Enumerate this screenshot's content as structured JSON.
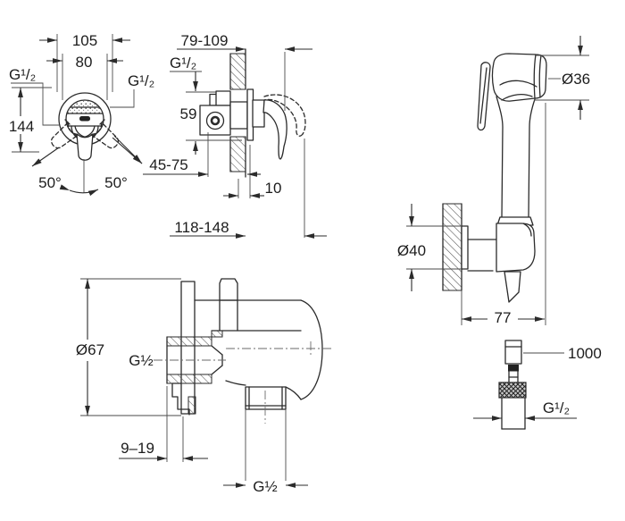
{
  "front_view": {
    "width_top": "105",
    "width_inner": "80",
    "thread_left": "G¹/₂",
    "thread_right": "G¹/₂",
    "height": "144",
    "angle_left": "50°",
    "angle_right": "50°"
  },
  "side_view": {
    "depth_with_handle": "79-109",
    "thread_top": "G¹/₂",
    "drop": "59",
    "wall_depth": "45-75",
    "plate_gap": "10",
    "total_depth": "118-148"
  },
  "hand_shower": {
    "head_diameter": "Ø36",
    "hose_length": "1000",
    "hose_thread": "G¹/₂"
  },
  "holder": {
    "rosette_diameter": "Ø40",
    "projection": "77"
  },
  "wall_union": {
    "flange_diameter": "Ø67",
    "thread_inlet": "G½",
    "mount_depth": "9–19",
    "thread_outlet": "G½"
  },
  "colors": {
    "line": "#2b2b2b",
    "background": "#ffffff"
  }
}
